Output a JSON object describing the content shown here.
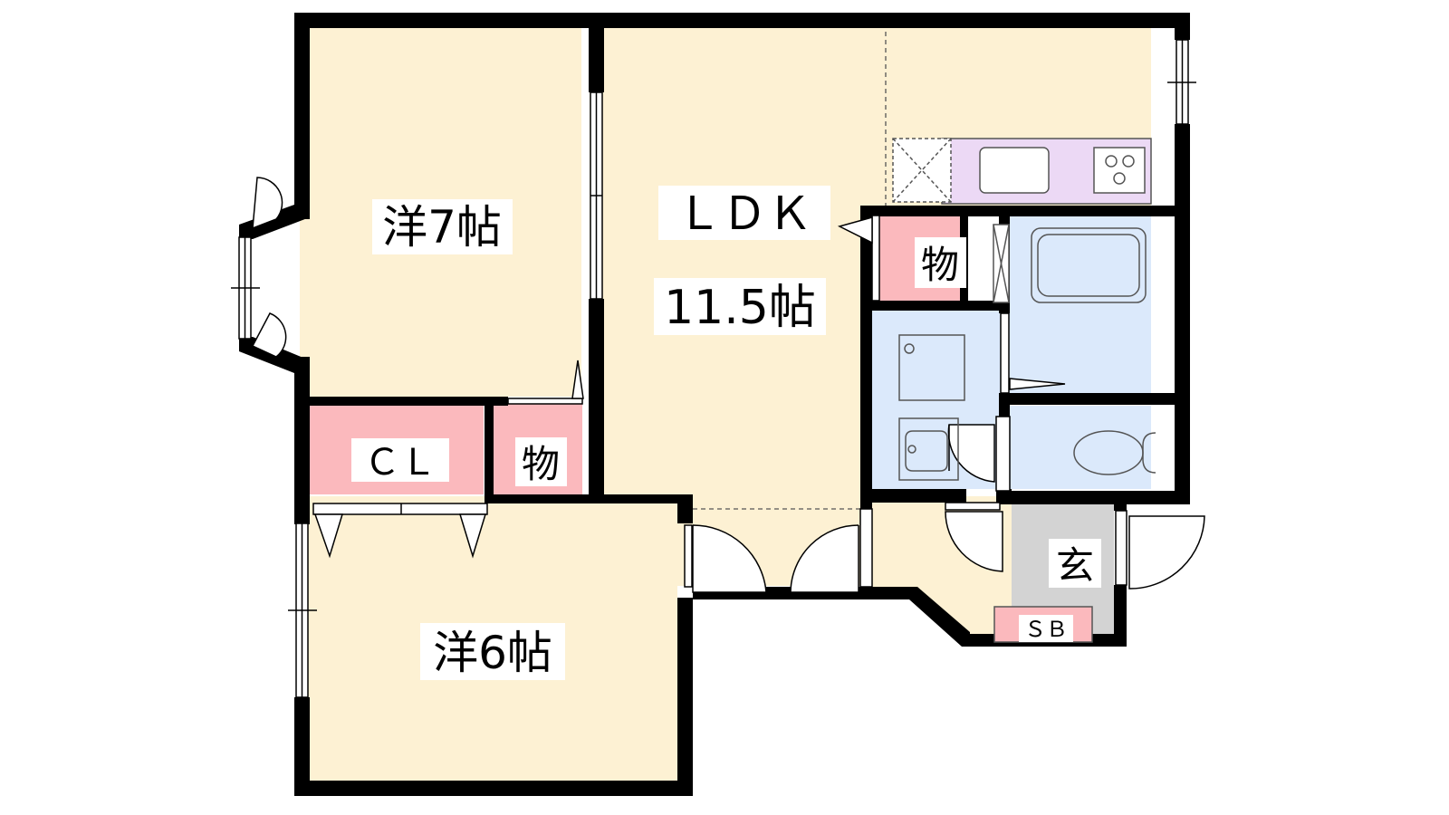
{
  "colors": {
    "room": "#fdf1d3",
    "storage": "#fbb9bd",
    "wet": "#dbe9fb",
    "kitchen": "#ecd9f5",
    "entrance": "#d3d3d3",
    "wall": "#000000"
  },
  "rooms": {
    "western7": "洋7帖",
    "ldk_name": "ＬＤＫ",
    "ldk_size": "11.5帖",
    "closet": "ＣＬ",
    "storage_left": "物",
    "storage_right": "物",
    "western6": "洋6帖",
    "entrance": "玄",
    "shoe_box": "ＳＢ"
  },
  "icons": [
    "kitchen-sink-icon",
    "stove-icon",
    "refrigerator-space-icon",
    "bathtub-icon",
    "washbasin-icon",
    "washing-machine-pan-icon",
    "toilet-icon",
    "door-swing-icon",
    "window-icon"
  ]
}
